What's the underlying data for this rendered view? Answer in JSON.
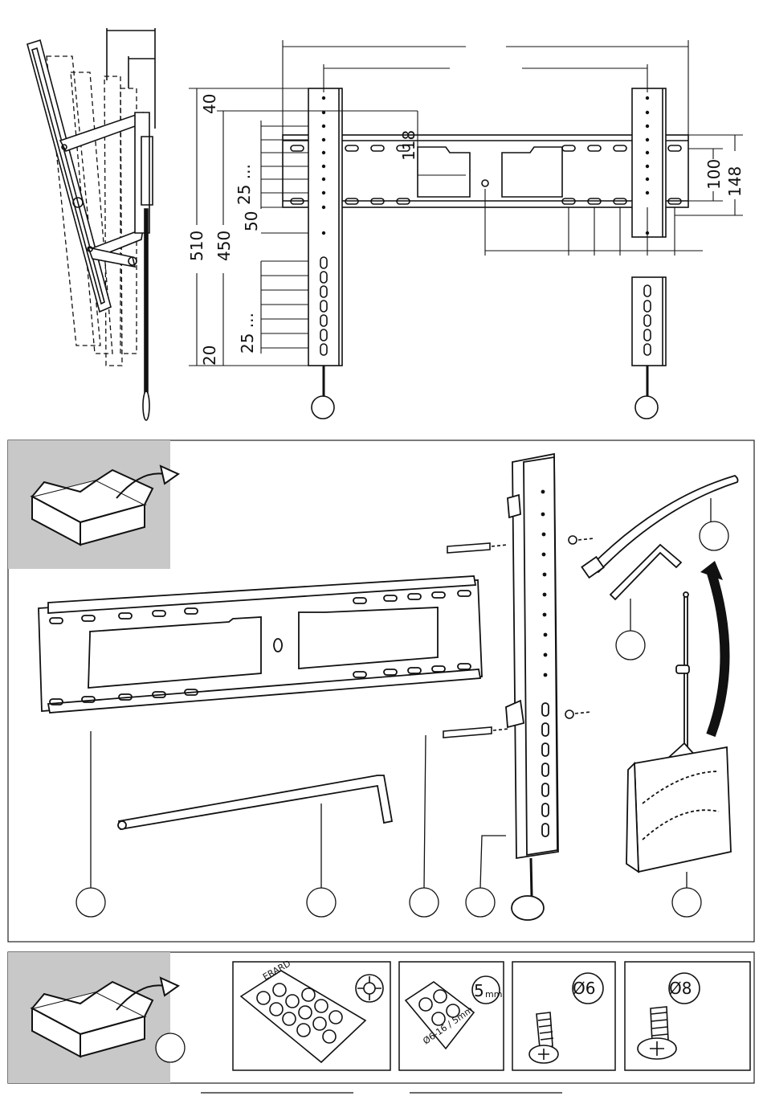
{
  "top_diagram": {
    "dimensions": {
      "d40": "40",
      "d118": "118",
      "d25a": "25 ...",
      "d50": "50",
      "d510": "510",
      "d450": "450",
      "d25b": "25 ...",
      "d20": "20",
      "d100": "100",
      "d148": "148"
    }
  },
  "parts_panel": {
    "description": "",
    "colors": {
      "box_bg": "#c8c8c8",
      "line": "#111111",
      "frame": "#222222"
    }
  },
  "hardware_panel": {
    "labels": {
      "size_5mm": "5",
      "size_5mm_unit": "mm",
      "diam_6": "Ø6",
      "diam_8": "Ø8",
      "template_pos": "⊕",
      "pack_brand": "ERARD",
      "pack_range_1": "Ø6-16 / 5mm"
    }
  }
}
